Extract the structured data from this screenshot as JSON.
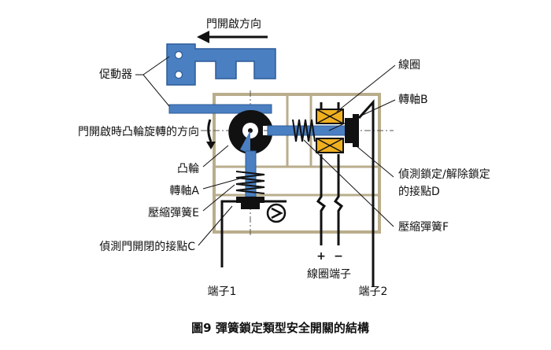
{
  "labels": {
    "door_direction": "門開啟方向",
    "actuator": "促動器",
    "cam_rotation": "門開啟時凸輪旋轉的方向",
    "cam": "凸輪",
    "shaft_a": "轉軸A",
    "spring_e": "壓縮彈簧E",
    "contact_c": "偵測門開閉的接點C",
    "coil": "線圈",
    "shaft_b": "轉軸B",
    "contact_d_line1": "偵測鎖定/解除鎖定",
    "contact_d_line2": "的接點D",
    "spring_f": "壓縮彈簧F",
    "plus": "+",
    "minus": "−",
    "coil_terminal": "線圈端子",
    "terminal1": "端子1",
    "terminal2": "端子2"
  },
  "caption": "圖9  彈簧鎖定類型安全開關的結構",
  "colors": {
    "actuator_blue": "#4a7fc1",
    "housing": "#b9ad8c",
    "coil_orange": "#f0b020",
    "ink": "#111111"
  }
}
